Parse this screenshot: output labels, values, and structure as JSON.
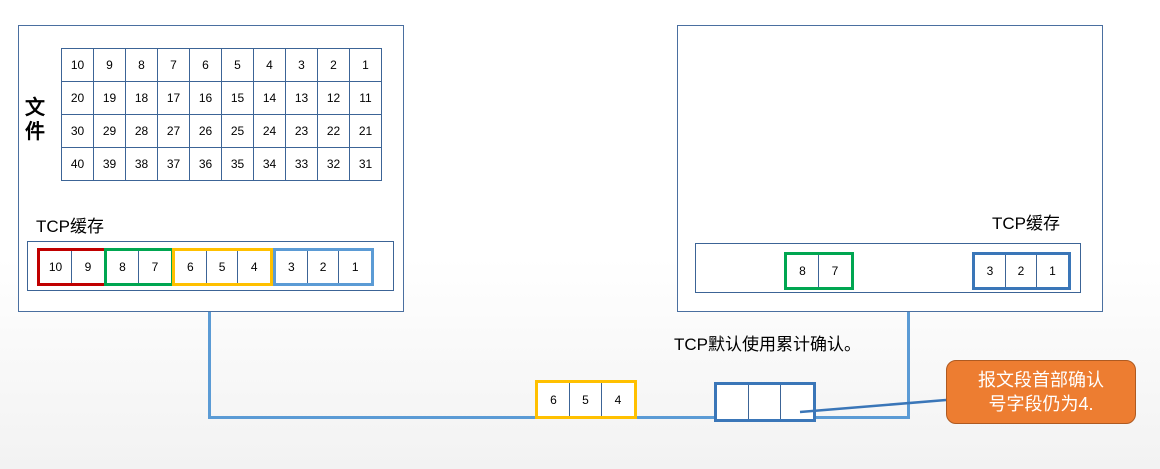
{
  "file_label": "文\n件",
  "file_grid": [
    [
      "10",
      "9",
      "8",
      "7",
      "6",
      "5",
      "4",
      "3",
      "2",
      "1"
    ],
    [
      "20",
      "19",
      "18",
      "17",
      "16",
      "15",
      "14",
      "13",
      "12",
      "11"
    ],
    [
      "30",
      "29",
      "28",
      "27",
      "26",
      "25",
      "24",
      "23",
      "22",
      "21"
    ],
    [
      "40",
      "39",
      "38",
      "37",
      "36",
      "35",
      "34",
      "33",
      "32",
      "31"
    ]
  ],
  "sender": {
    "cache_label": "TCP缓存",
    "segments": [
      {
        "color": "#c00000",
        "cells": [
          "10",
          "9"
        ]
      },
      {
        "color": "#00a651",
        "cells": [
          "8",
          "7"
        ]
      },
      {
        "color": "#ffc000",
        "cells": [
          "6",
          "5",
          "4"
        ]
      },
      {
        "color": "#5b9bd5",
        "cells": [
          "3",
          "2",
          "1"
        ]
      }
    ]
  },
  "receiver": {
    "cache_label": "TCP缓存",
    "segments": [
      {
        "color": "#00a651",
        "cells": [
          "8",
          "7"
        ]
      },
      {
        "color": "#3a76b8",
        "cells": [
          "3",
          "2",
          "1"
        ]
      }
    ]
  },
  "in_transit": {
    "data_segment": {
      "color": "#ffc000",
      "cells": [
        "6",
        "5",
        "4"
      ]
    },
    "ack_segment": {
      "color": "#3a76b8",
      "cells": [
        "",
        "",
        ""
      ]
    }
  },
  "ack_note": "TCP默认使用累计确认。",
  "callout": "报文段首部确认\n号字段仍为4."
}
